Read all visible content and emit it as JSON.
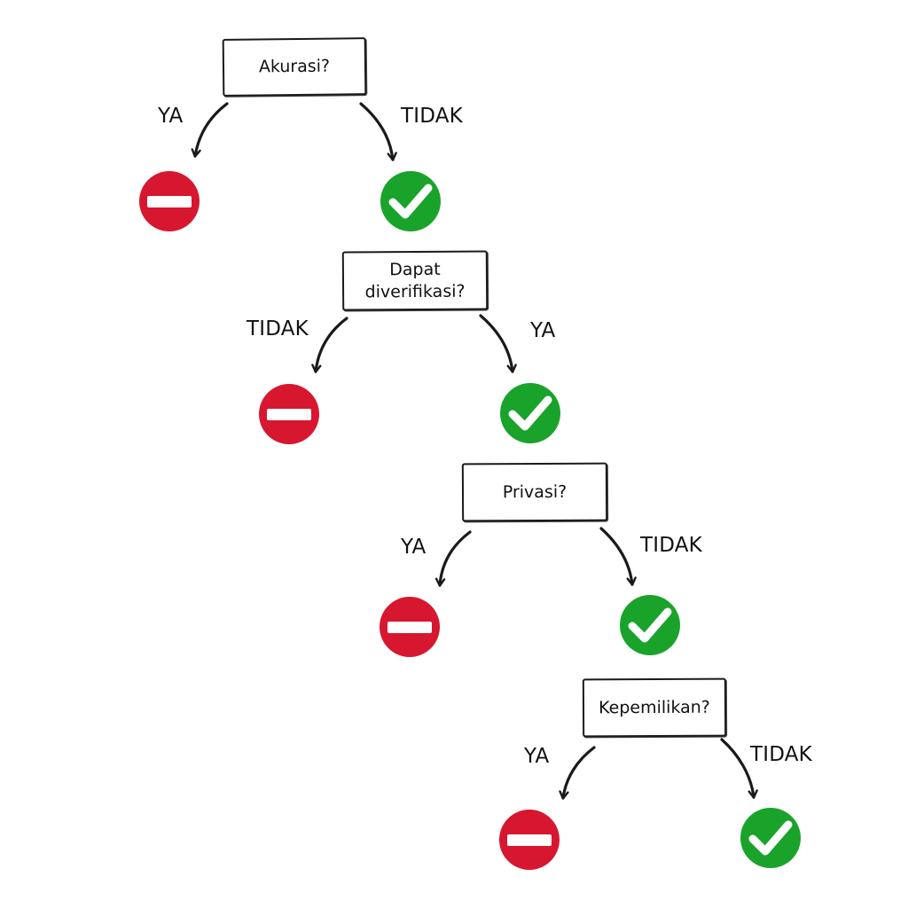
{
  "questions": [
    {
      "label": "Akurasi?",
      "branches": [
        {
          "label": "YA",
          "outcome": "stop-icon"
        },
        {
          "label": "TIDAK",
          "outcome": "check-icon"
        }
      ]
    },
    {
      "label": "Dapat\ndiverifikasi?",
      "branches": [
        {
          "label": "TIDAK",
          "outcome": "stop-icon"
        },
        {
          "label": "YA",
          "outcome": "check-icon"
        }
      ]
    },
    {
      "label": "Privasi?",
      "branches": [
        {
          "label": "YA",
          "outcome": "stop-icon"
        },
        {
          "label": "TIDAK",
          "outcome": "check-icon"
        }
      ]
    },
    {
      "label": "Kepemilikan?",
      "branches": [
        {
          "label": "YA",
          "outcome": "stop-icon"
        },
        {
          "label": "TIDAK",
          "outcome": "check-icon"
        }
      ]
    }
  ],
  "colors": {
    "stop": "#d7172f",
    "check": "#1aa32a",
    "stroke": "#1a1a1a"
  }
}
